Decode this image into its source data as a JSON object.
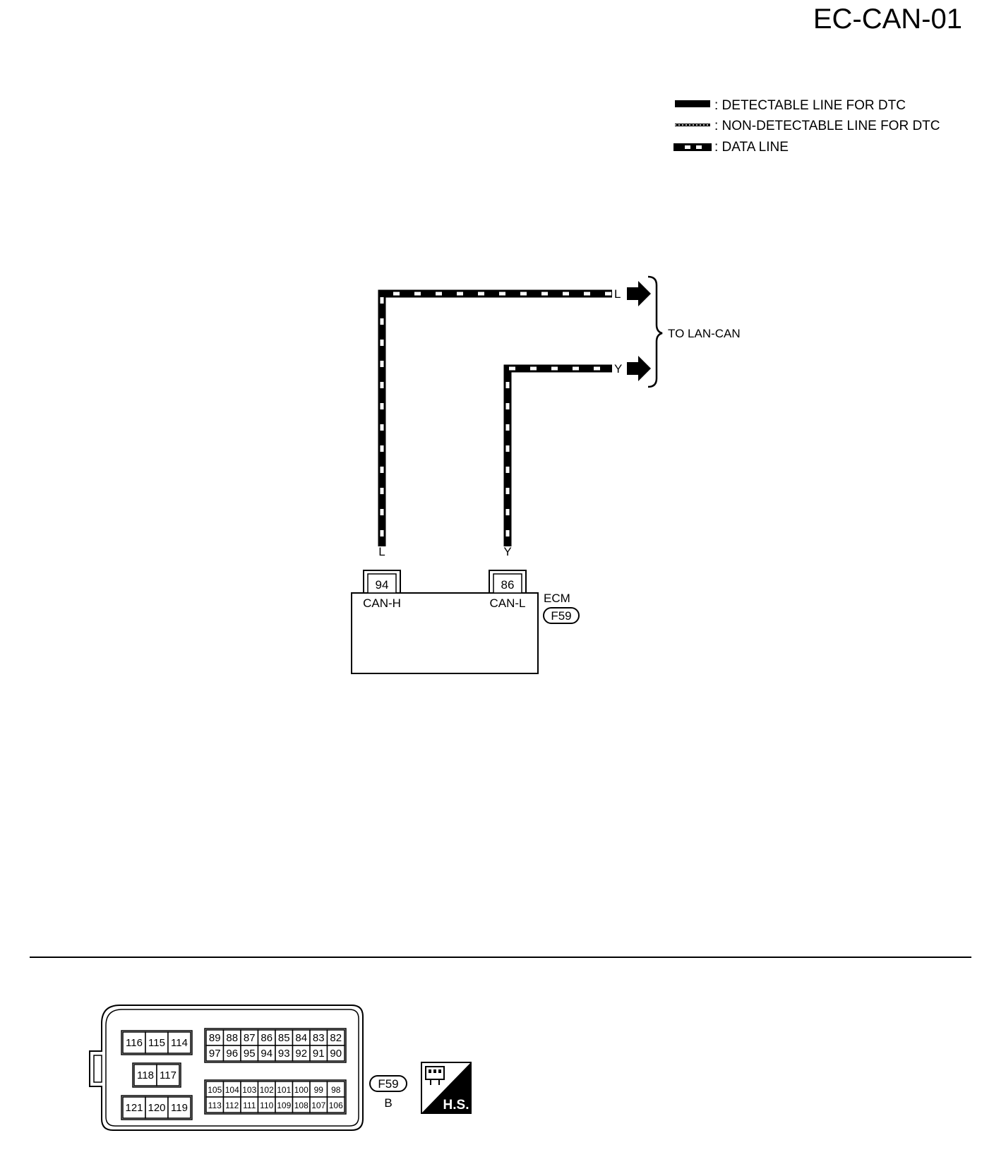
{
  "diagram_id": "EC-CAN-01",
  "legend": [
    {
      "style": "solid",
      "label": ": DETECTABLE LINE FOR DTC"
    },
    {
      "style": "thin",
      "label": ": NON-DETECTABLE LINE FOR DTC"
    },
    {
      "style": "data",
      "label": ": DATA LINE"
    }
  ],
  "wires": [
    {
      "color": "L",
      "end_label": "L"
    },
    {
      "color": "Y",
      "end_label": "Y"
    }
  ],
  "destination": "TO LAN-CAN",
  "ecm": {
    "name": "ECM",
    "connector": "F59",
    "pins": [
      {
        "number": "94",
        "signal": "CAN-H",
        "wire_color": "L"
      },
      {
        "number": "86",
        "signal": "CAN-L",
        "wire_color": "Y"
      }
    ]
  },
  "connector_face": {
    "connector": "F59",
    "color_code": "B",
    "hs_badge": "H.S.",
    "left_top_row": [
      "116",
      "115",
      "114"
    ],
    "left_mid_row": [
      "118",
      "117"
    ],
    "left_bottom_row": [
      "121",
      "120",
      "119"
    ],
    "right_top_row1": [
      "89",
      "88",
      "87",
      "86",
      "85",
      "84",
      "83",
      "82"
    ],
    "right_top_row2": [
      "97",
      "96",
      "95",
      "94",
      "93",
      "92",
      "91",
      "90"
    ],
    "right_bottom_row1": [
      "105",
      "104",
      "103",
      "102",
      "101",
      "100",
      "99",
      "98"
    ],
    "right_bottom_row2": [
      "113",
      "112",
      "111",
      "110",
      "109",
      "108",
      "107",
      "106"
    ]
  }
}
